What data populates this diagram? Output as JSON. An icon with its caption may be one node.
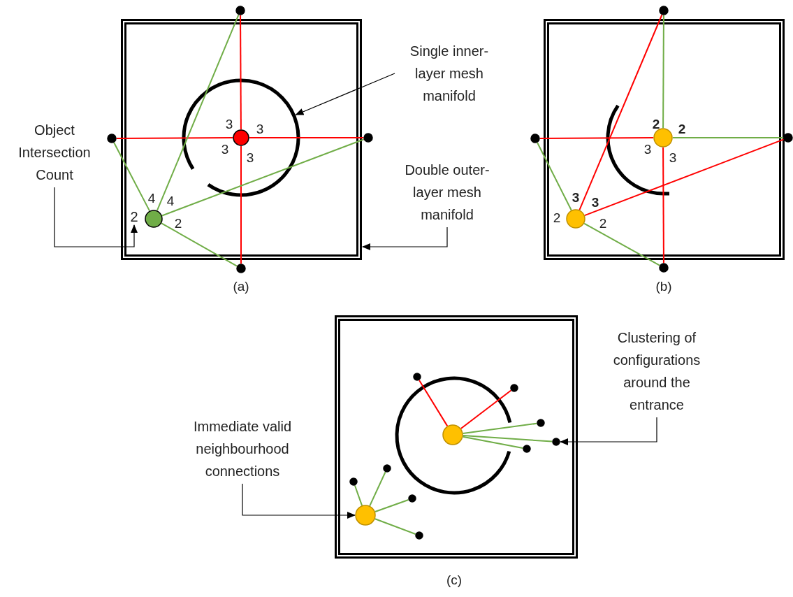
{
  "diagram": {
    "nodes": [
      {
        "text": [],
        "shape": "box"
      },
      {
        "text": [],
        "shape": "ring",
        "in": 0
      },
      {
        "text": [],
        "shape": "circle",
        "in": 1
      },
      {
        "text": [],
        "shape": "circle",
        "in": 0
      },
      {
        "text": [
          "2"
        ],
        "in": 0
      },
      {
        "text": [],
        "shape": "circle"
      },
      {
        "text": [],
        "shape": "circle"
      },
      {
        "text": [],
        "shape": "circle"
      },
      {
        "text": [],
        "shape": "circle"
      },
      {
        "text": [
          "Single inner-layer mesh manifold"
        ]
      },
      {
        "text": [
          "Object Intersection Count"
        ]
      },
      {
        "text": [
          "Double outer-layer mesh manifold"
        ]
      },
      {
        "text": [],
        "shape": "box"
      },
      {
        "text": [],
        "shape": "arc",
        "in": 12
      },
      {
        "text": [],
        "shape": "circle",
        "in": 13
      },
      {
        "text": [],
        "shape": "circle",
        "in": 12
      },
      {
        "text": [],
        "shape": "circle"
      },
      {
        "text": [],
        "shape": "circle"
      },
      {
        "text": [],
        "shape": "circle"
      },
      {
        "text": [],
        "shape": "circle"
      },
      {
        "text": [],
        "shape": "box"
      },
      {
        "text": [],
        "shape": "ring",
        "in": 20
      },
      {
        "text": [],
        "shape": "circle",
        "in": 21
      },
      {
        "text": [],
        "shape": "circle",
        "in": 20
      },
      {
        "text": [],
        "shape": "circle",
        "in": 20
      },
      {
        "text": [],
        "shape": "circle",
        "in": 20
      },
      {
        "text": [],
        "shape": "circle",
        "in": 20
      },
      {
        "text": [],
        "shape": "circle",
        "in": 20
      },
      {
        "text": [],
        "shape": "circle",
        "in": 20
      },
      {
        "text": [],
        "shape": "circle",
        "in": 20
      },
      {
        "text": [],
        "shape": "circle",
        "in": 20
      },
      {
        "text": [],
        "shape": "circle",
        "in": 20
      },
      {
        "text": [],
        "shape": "circle",
        "in": 20
      },
      {
        "text": [
          "Immediate valid neighbourhood connections"
        ]
      },
      {
        "text": [
          "Clustering of configurations around the entrance"
        ]
      }
    ],
    "edges": [
      {
        "from": 2,
        "to": 5,
        "arrow": "none",
        "color": "#ff0000"
      },
      {
        "from": 2,
        "to": 6,
        "arrow": "none",
        "color": "#ff0000"
      },
      {
        "from": 2,
        "to": 7,
        "arrow": "none",
        "color": "#ff0000"
      },
      {
        "from": 2,
        "to": 8,
        "arrow": "none",
        "color": "#ff0000"
      },
      {
        "from": 3,
        "to": 6,
        "arrow": "none"
      },
      {
        "from": 3,
        "to": 5,
        "arrow": "none"
      },
      {
        "from": 3,
        "to": 7,
        "arrow": "none"
      },
      {
        "from": 3,
        "to": 8,
        "arrow": "none"
      },
      {
        "from": 9,
        "to": 1,
        "arrow": "to",
        "color": "#000000"
      },
      {
        "from": 10,
        "to": 4,
        "arrow": "to",
        "color": "#000000"
      },
      {
        "from": 11,
        "to": 0,
        "arrow": "to",
        "color": "#000000"
      },
      {
        "from": 14,
        "to": 16,
        "arrow": "none"
      },
      {
        "from": 14,
        "to": 18,
        "arrow": "none"
      },
      {
        "from": 14,
        "to": 17,
        "arrow": "none",
        "color": "#ff0000"
      },
      {
        "from": 14,
        "to": 19,
        "arrow": "none",
        "color": "#ff0000"
      },
      {
        "from": 15,
        "to": 16,
        "arrow": "none",
        "color": "#ff0000"
      },
      {
        "from": 15,
        "to": 18,
        "arrow": "none",
        "color": "#ff0000"
      },
      {
        "from": 15,
        "to": 17,
        "arrow": "none"
      },
      {
        "from": 15,
        "to": 19,
        "arrow": "none"
      },
      {
        "from": 22,
        "to": 23,
        "arrow": "none",
        "color": "#ff0000"
      },
      {
        "from": 22,
        "to": 24,
        "arrow": "none",
        "color": "#ff0000"
      },
      {
        "from": 22,
        "to": 25,
        "arrow": "none"
      },
      {
        "from": 22,
        "to": 26,
        "arrow": "none"
      },
      {
        "from": 22,
        "to": 27,
        "arrow": "none"
      },
      {
        "from": 28,
        "to": 29,
        "arrow": "none"
      },
      {
        "from": 28,
        "to": 30,
        "arrow": "none"
      },
      {
        "from": 28,
        "to": 31,
        "arrow": "none"
      },
      {
        "from": 28,
        "to": 32,
        "arrow": "none"
      },
      {
        "from": 33,
        "to": 28,
        "arrow": "to",
        "color": "#000000"
      },
      {
        "from": 34,
        "to": 27,
        "arrow": "to",
        "color": "#000000"
      }
    ],
    "labels": [
      "3",
      "3",
      "3",
      "3",
      "4",
      "4",
      "2",
      "(a)",
      "2",
      "2",
      "3",
      "3",
      "3",
      "3",
      "2",
      "2",
      "(b)",
      "(c)"
    ]
  }
}
